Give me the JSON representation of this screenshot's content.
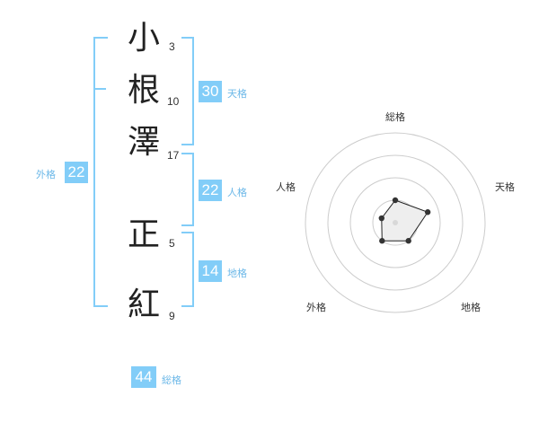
{
  "characters": [
    {
      "char": "小",
      "strokes": "3"
    },
    {
      "char": "根",
      "strokes": "10"
    },
    {
      "char": "澤",
      "strokes": "17"
    },
    {
      "char": "正",
      "strokes": "5"
    },
    {
      "char": "紅",
      "strokes": "9"
    }
  ],
  "fortunes": {
    "tenkaku": {
      "value": "30",
      "label": "天格"
    },
    "jinkaku": {
      "value": "22",
      "label": "人格"
    },
    "chikaku": {
      "value": "14",
      "label": "地格"
    },
    "gaikaku": {
      "value": "22",
      "label": "外格"
    },
    "soukaku": {
      "value": "44",
      "label": "総格"
    }
  },
  "chart_data": {
    "type": "radar",
    "axes": [
      "総格",
      "天格",
      "地格",
      "外格",
      "人格"
    ],
    "values": [
      0.25,
      0.38,
      0.25,
      0.25,
      0.16
    ],
    "rings": 4,
    "colors": {
      "grid": "#cccccc",
      "fill": "#eeeeee",
      "line": "#222222",
      "dot": "#333333",
      "center": "#d8d8d8"
    }
  }
}
